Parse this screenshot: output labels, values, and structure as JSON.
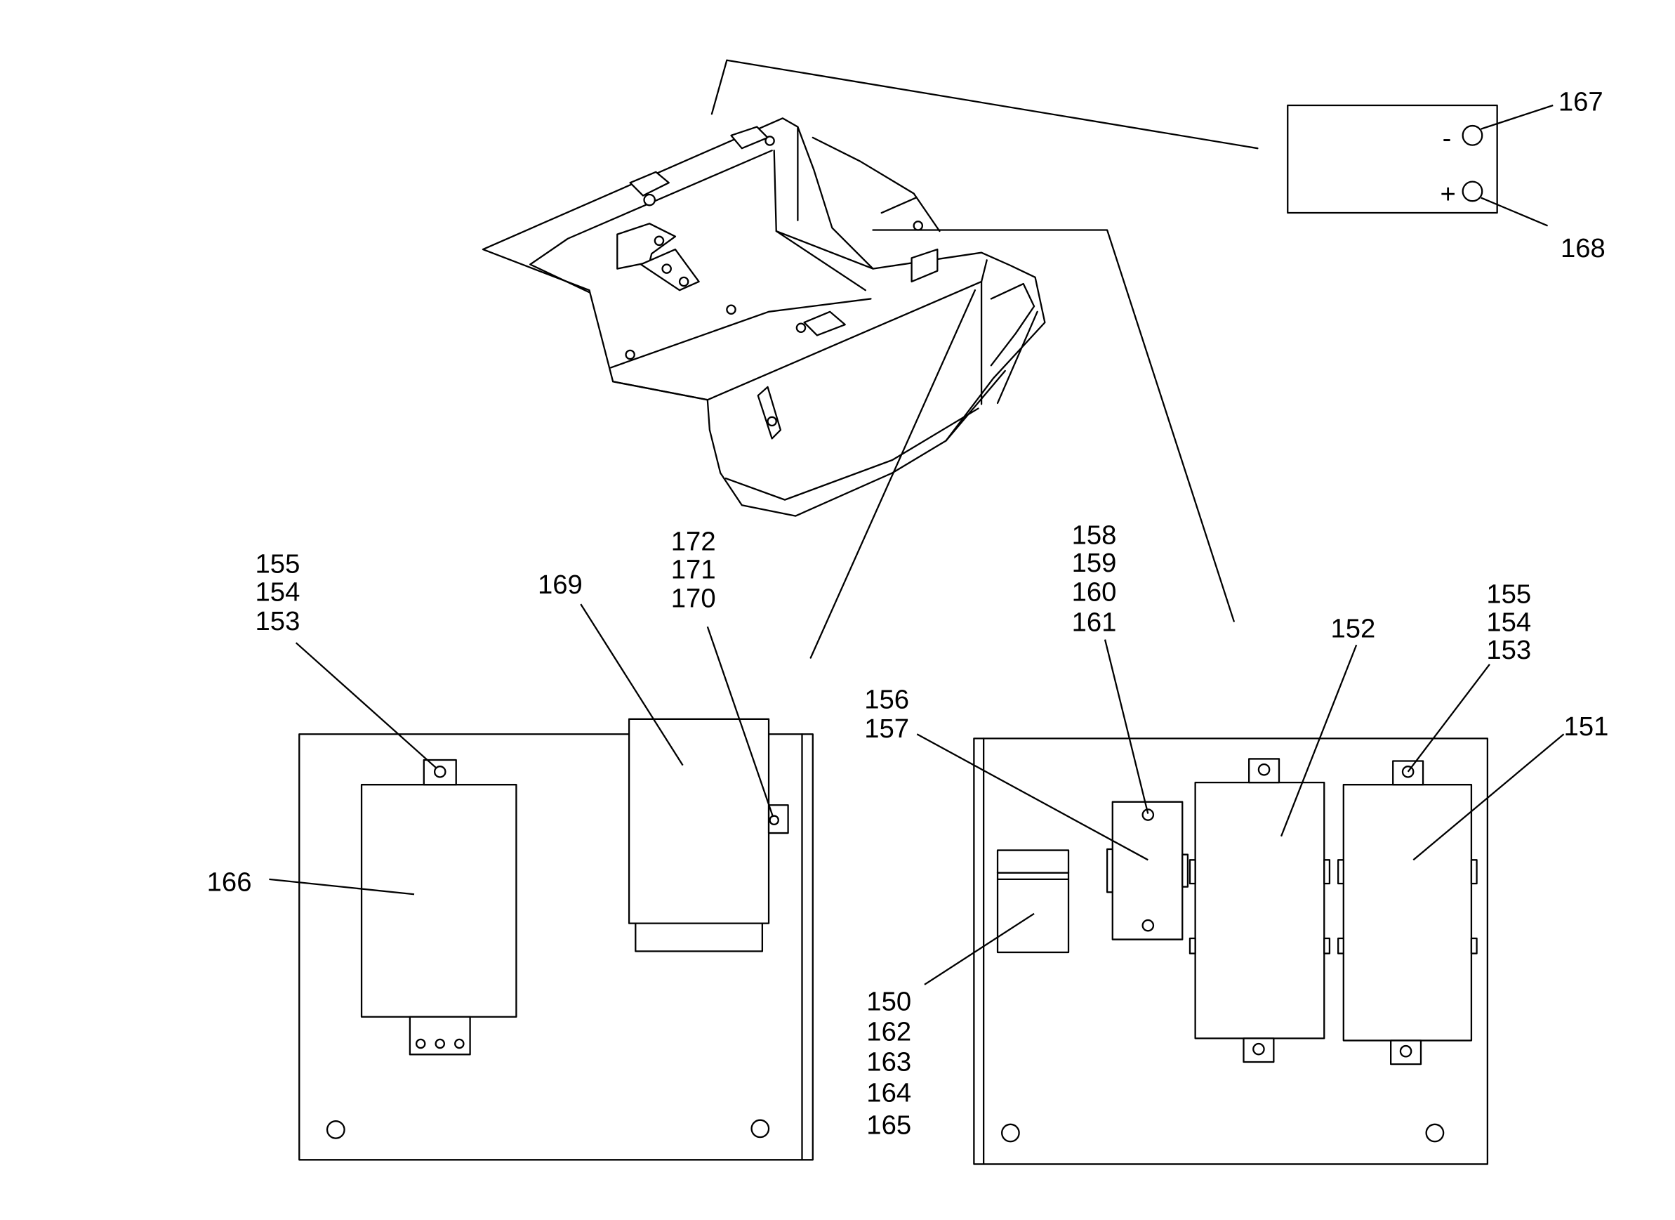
{
  "labels": {
    "c151": "151",
    "c152": "152",
    "c150": "150",
    "c162": "162",
    "c163": "163",
    "c164": "164",
    "c165": "165",
    "c153a": "153",
    "c154a": "154",
    "c155a": "155",
    "c153b": "153",
    "c154b": "154",
    "c155b": "155",
    "c156": "156",
    "c157": "157",
    "c158": "158",
    "c159": "159",
    "c160": "160",
    "c161": "161",
    "c166": "166",
    "c167": "167",
    "c168": "168",
    "c169": "169",
    "c170": "170",
    "c171": "171",
    "c172": "172"
  },
  "terminals": {
    "negative": "-",
    "positive": "+"
  }
}
